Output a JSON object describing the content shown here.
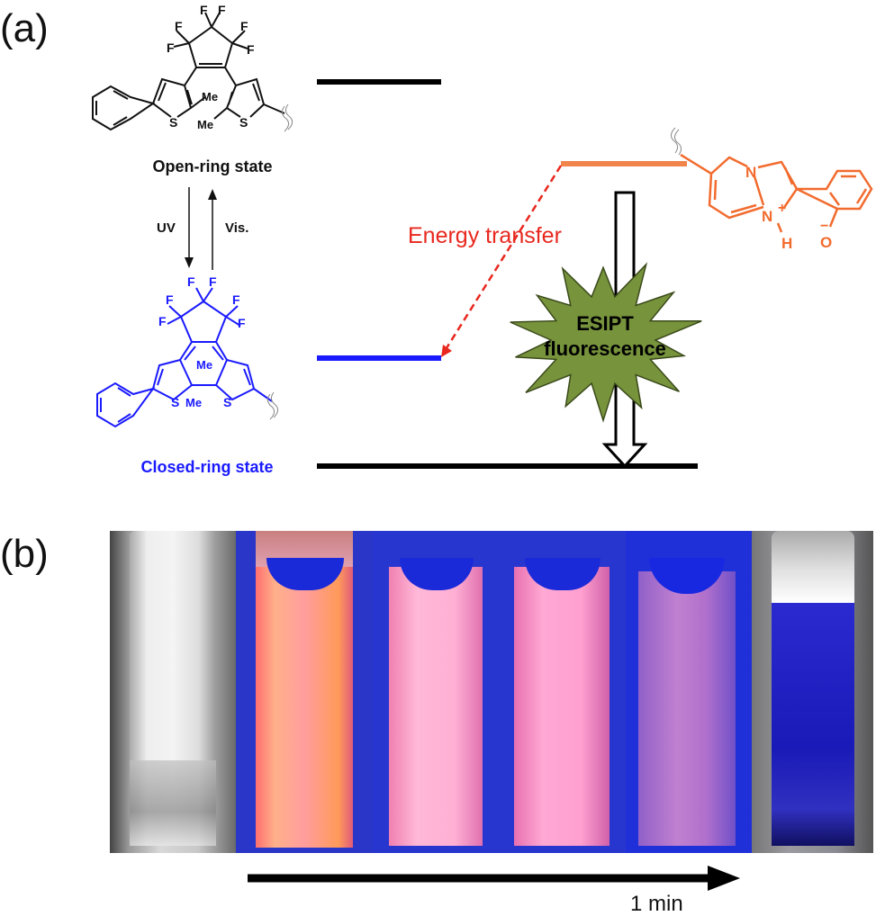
{
  "panel_a": {
    "label": "(a)",
    "open_ring": {
      "caption": "Open-ring state",
      "atoms": [
        "F",
        "F",
        "F",
        "F",
        "F",
        "F",
        "Me",
        "Me",
        "S",
        "S"
      ]
    },
    "closed_ring": {
      "caption": "Closed-ring state",
      "atoms": [
        "F",
        "F",
        "F",
        "F",
        "F",
        "F",
        "Me",
        "Me",
        "S",
        "S"
      ]
    },
    "switch": {
      "down_label": "UV",
      "up_label": "Vis."
    },
    "energy_transfer_label": "Energy transfer",
    "burst_label": [
      "ESIPT",
      "fluorescence"
    ],
    "acceptor_atoms": [
      "N",
      "N",
      "+",
      "H",
      "O",
      "−"
    ],
    "colors": {
      "closed": "#1a1aff",
      "acceptor": "#f26b2e",
      "transfer": "#e8281f",
      "burst": "#77933c"
    }
  },
  "panel_b": {
    "label": "(b)",
    "time_label": "1 min"
  }
}
